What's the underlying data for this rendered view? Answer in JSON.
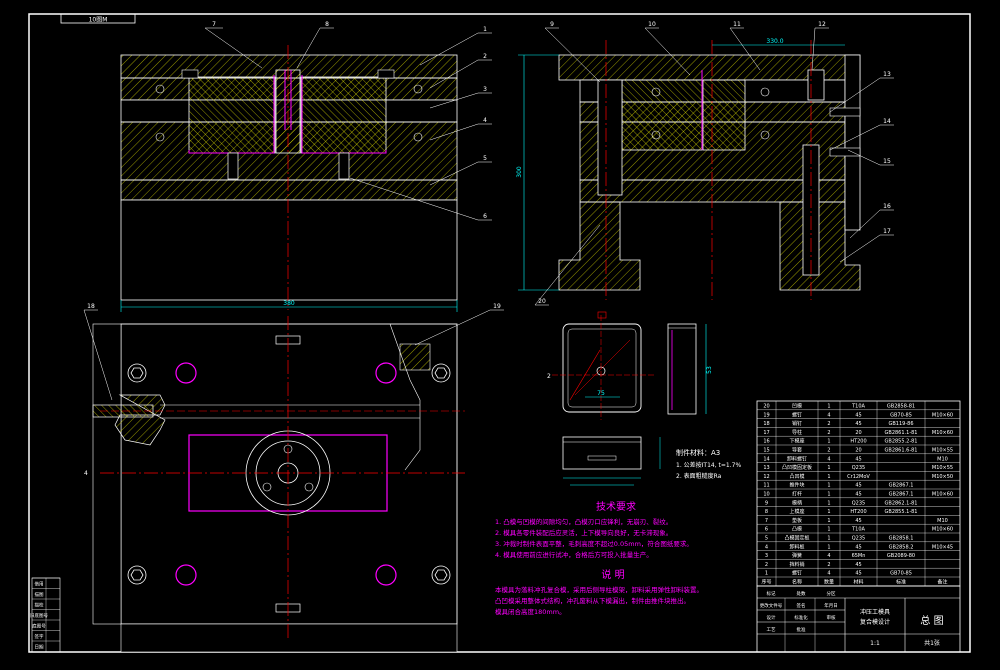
{
  "doc": {
    "corner_label": "10图M",
    "drawing_title": "总 图",
    "frame_color": "#ffffff",
    "dim_color": "#00ffff",
    "center_color": "#ff0000",
    "magenta": "#ff00ff",
    "yellow": "#ffff00"
  },
  "balloons": {
    "front": [
      "7",
      "8",
      "1",
      "2",
      "3",
      "4",
      "5",
      "6"
    ],
    "side": [
      "9",
      "10",
      "11",
      "12",
      "13",
      "14",
      "15",
      "16",
      "17",
      "20"
    ],
    "plan": [
      "18",
      "19"
    ]
  },
  "dims": {
    "front_width": "380",
    "front_height": "300",
    "side_top": "330.0",
    "plan_side": "4",
    "part_w": "75",
    "part_h": "53",
    "part_t": "2"
  },
  "part_notes": {
    "material": "制件材料：A3",
    "line1": "1. 公差按IT14, t=1.7%",
    "line2": "2. 表面粗糙度Ra"
  },
  "tech": {
    "title": "技术要求",
    "lines": [
      "1. 凸模与凹模的间隙均匀，凸模刃口应锋利，无崩刃、裂纹。",
      "2. 模具各零件装配后应灵活，上下模导向良好，无卡滞现象。",
      "3. 冲裁时制件表面平整，毛刺高度不超过0.05mm，符合图纸要求。",
      "4. 模具使用前应进行试冲，合格后方可投入批量生产。"
    ]
  },
  "note": {
    "title": "说 明",
    "lines": [
      "本模具为落料冲孔复合模，采用后侧导柱模架，卸料采用弹性卸料装置。",
      "凸凹模采用整体式结构，冲孔废料从下模漏出，制件由推件块推出。",
      "模具闭合高度180mm。"
    ]
  },
  "bom_rows": [
    [
      "20",
      "凹模",
      "1",
      "T10A",
      "GB2858-81",
      ""
    ],
    [
      "19",
      "螺钉",
      "4",
      "45",
      "GB70-85",
      "M10×60"
    ],
    [
      "18",
      "销钉",
      "2",
      "45",
      "GB119-86",
      ""
    ],
    [
      "17",
      "导柱",
      "2",
      "20",
      "GB2861.1-81",
      "M10×60"
    ],
    [
      "16",
      "下模座",
      "1",
      "HT200",
      "GB2855.2-81",
      ""
    ],
    [
      "15",
      "导套",
      "2",
      "20",
      "GB2861.6-81",
      "M10×55"
    ],
    [
      "14",
      "卸料螺钉",
      "4",
      "45",
      "",
      "M10"
    ],
    [
      "13",
      "凸凹模固定板",
      "1",
      "Q235",
      "",
      "M10×55"
    ],
    [
      "12",
      "凸凹模",
      "1",
      "Cr12MoV",
      "",
      "M10×50"
    ],
    [
      "11",
      "推件块",
      "1",
      "45",
      "GB2867.1",
      ""
    ],
    [
      "10",
      "打杆",
      "1",
      "45",
      "GB2867.1",
      "M10×60"
    ],
    [
      "9",
      "模柄",
      "1",
      "Q235",
      "GB2862.1-81",
      ""
    ],
    [
      "8",
      "上模座",
      "1",
      "HT200",
      "GB2855.1-81",
      ""
    ],
    [
      "7",
      "垫板",
      "1",
      "45",
      "",
      "M10"
    ],
    [
      "6",
      "凸模",
      "1",
      "T10A",
      "",
      "M10×60"
    ],
    [
      "5",
      "凸模固定板",
      "1",
      "Q235",
      "GB2858.1",
      ""
    ],
    [
      "4",
      "卸料板",
      "1",
      "45",
      "GB2858.2",
      "M10×45"
    ],
    [
      "3",
      "弹簧",
      "4",
      "65Mn",
      "GB2089-80",
      ""
    ],
    [
      "2",
      "挡料销",
      "2",
      "45",
      "",
      ""
    ],
    [
      "1",
      "螺钉",
      "4",
      "45",
      "GB70-85",
      ""
    ]
  ],
  "bom_header": [
    "序号",
    "名称",
    "数量",
    "材料",
    "标准",
    "备注"
  ],
  "title_block": {
    "school": "冲压工模具",
    "subtitle": "复合模设计",
    "cells": [
      "标记",
      "处数",
      "分区",
      "更改文件号",
      "签名",
      "年月日",
      "设计",
      "标准化",
      "审核",
      "工艺",
      "批准"
    ],
    "scale": "1:1",
    "sheet": "共1张"
  },
  "side_strip": [
    "借用",
    "描图",
    "描校",
    "旧底图号",
    "底图号",
    "签字",
    "日期"
  ]
}
